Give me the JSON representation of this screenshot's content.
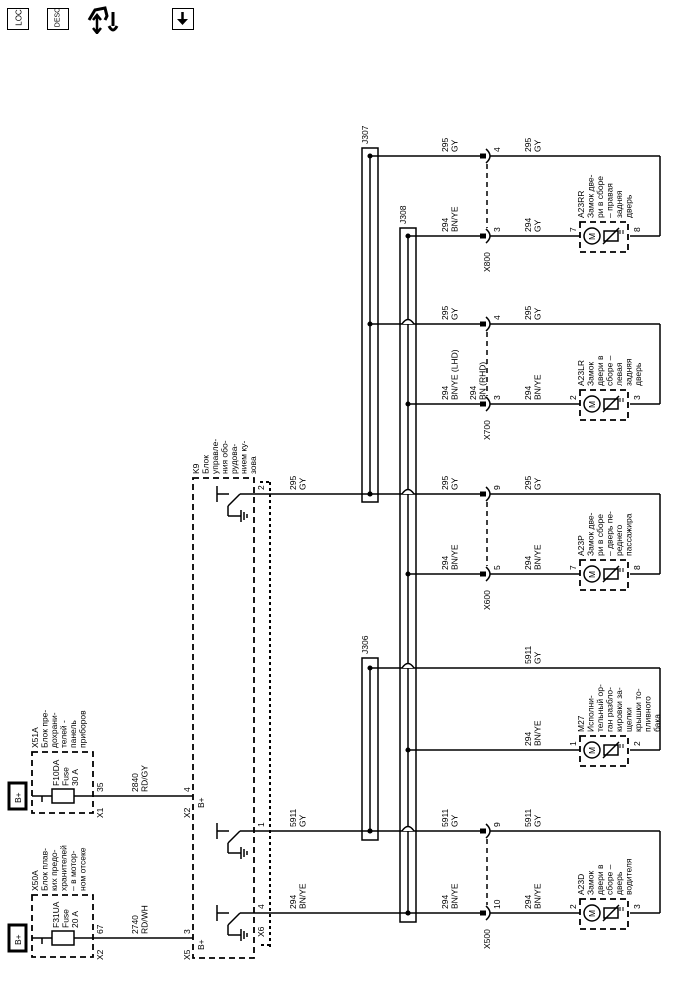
{
  "toolbar": {
    "loc_label": "LOC",
    "desc_label": "DESC",
    "buttons": [
      {
        "name": "location-view",
        "icon": "loc-icon"
      },
      {
        "name": "description-view",
        "icon": "desc-icon"
      },
      {
        "name": "connector-view",
        "icon": "connector-tool-icon"
      },
      {
        "name": "download",
        "icon": "arrow-down-icon"
      }
    ]
  },
  "power": {
    "source_label": "B+",
    "fuse_blocks": [
      {
        "id": "X50A",
        "desc": [
          "Блок плав-",
          "ких предо-",
          "хранителей",
          "– в мотор-",
          "ном отсеке"
        ],
        "fuse": [
          "F31UA",
          "Fuse",
          "20 A"
        ],
        "connector": "X2",
        "pin": "67",
        "wire": [
          "2740",
          "RD/WH"
        ],
        "dest_connector": "X5",
        "dest_pin": "3",
        "dest_label": "B+"
      },
      {
        "id": "X51A",
        "desc": [
          "Блок пре-",
          "дохрани-",
          "телей -",
          "панель",
          "приборов"
        ],
        "fuse": [
          "F10DA",
          "Fuse",
          "30 A"
        ],
        "connector": "X1",
        "pin": "35",
        "wire": [
          "2840",
          "RD/GY"
        ],
        "dest_connector": "X2",
        "dest_pin": "4",
        "dest_label": "B+"
      }
    ]
  },
  "module": {
    "id": "K9",
    "desc": [
      "Блок",
      "управле-",
      "ния обо-",
      "рудова-",
      "нием ку-",
      "зова"
    ],
    "outputs": [
      {
        "pin": "2",
        "connector": "",
        "wire": [
          "295",
          "GY"
        ]
      },
      {
        "pin": "1",
        "connector": "",
        "wire": [
          "5911",
          "GY"
        ]
      },
      {
        "pin": "4",
        "connector": "X6",
        "wire": [
          "294",
          "BN/YE"
        ]
      }
    ]
  },
  "splices": {
    "j307": "J307",
    "j308": "J308",
    "j306": "J306"
  },
  "branches": [
    {
      "connector": "X800",
      "top_pin": "4",
      "top_wire_in": [
        "295",
        "GY"
      ],
      "top_wire_out": [
        "295",
        "GY"
      ],
      "bot_pin": "3",
      "bot_wire_in": [
        "294",
        "BN/YE"
      ],
      "bot_wire_in2": null,
      "bot_wire_out": [
        "294",
        "GY"
      ],
      "device": "A23RR",
      "device_desc": [
        "Замок две-",
        "ри в сборе",
        "– правая",
        "задняя",
        "дверь"
      ],
      "pin_in": "7",
      "pin_out": "8"
    },
    {
      "connector": "X700",
      "top_pin": "4",
      "top_wire_in": [
        "295",
        "GY"
      ],
      "top_wire_out": [
        "295",
        "GY"
      ],
      "bot_pin": "3",
      "bot_wire_in": [
        "294",
        "BN/YE (LHD)"
      ],
      "bot_wire_in2": [
        "294",
        "BN (RHD)"
      ],
      "bot_wire_out": [
        "294",
        "BN/YE"
      ],
      "device": "A23LR",
      "device_desc": [
        "Замок",
        "двери в",
        "сборе –",
        "левая",
        "задняя",
        "дверь"
      ],
      "pin_in": "2",
      "pin_out": "3"
    },
    {
      "connector": "X600",
      "top_pin": "9",
      "top_wire_in": [
        "295",
        "GY"
      ],
      "top_wire_out": [
        "295",
        "GY"
      ],
      "bot_pin": "5",
      "bot_wire_in": [
        "294",
        "BN/YE"
      ],
      "bot_wire_in2": null,
      "bot_wire_out": [
        "294",
        "BN/YE"
      ],
      "device": "A23P",
      "device_desc": [
        "Замок две-",
        "ри в сборе",
        "– дверь пе-",
        "реднего",
        "пассажира"
      ],
      "pin_in": "7",
      "pin_out": "8"
    },
    {
      "connector": "",
      "top_pin": "",
      "top_wire_in": null,
      "top_wire_out": [
        "5911",
        "GY"
      ],
      "bot_pin": "",
      "bot_wire_in": null,
      "bot_wire_in2": null,
      "bot_wire_out": [
        "294",
        "BN/YE"
      ],
      "device": "M27",
      "device_desc": [
        "Исполни-",
        "тельный ор-",
        "ган разбло-",
        "кировки за-",
        "щелки",
        "крышки то-",
        "пливного",
        "бака"
      ],
      "pin_in": "1",
      "pin_out": "2"
    },
    {
      "connector": "X500",
      "top_pin": "9",
      "top_wire_in": [
        "5911",
        "GY"
      ],
      "top_wire_out": [
        "5911",
        "GY"
      ],
      "bot_pin": "10",
      "bot_wire_in": [
        "294",
        "BN/YE"
      ],
      "bot_wire_in2": null,
      "bot_wire_out": [
        "294",
        "BN/YE"
      ],
      "device": "A23D",
      "device_desc": [
        "Замок",
        "двери в",
        "сборе –",
        "дверь",
        "водителя"
      ],
      "pin_in": "2",
      "pin_out": "3"
    }
  ],
  "motor_label": "M"
}
